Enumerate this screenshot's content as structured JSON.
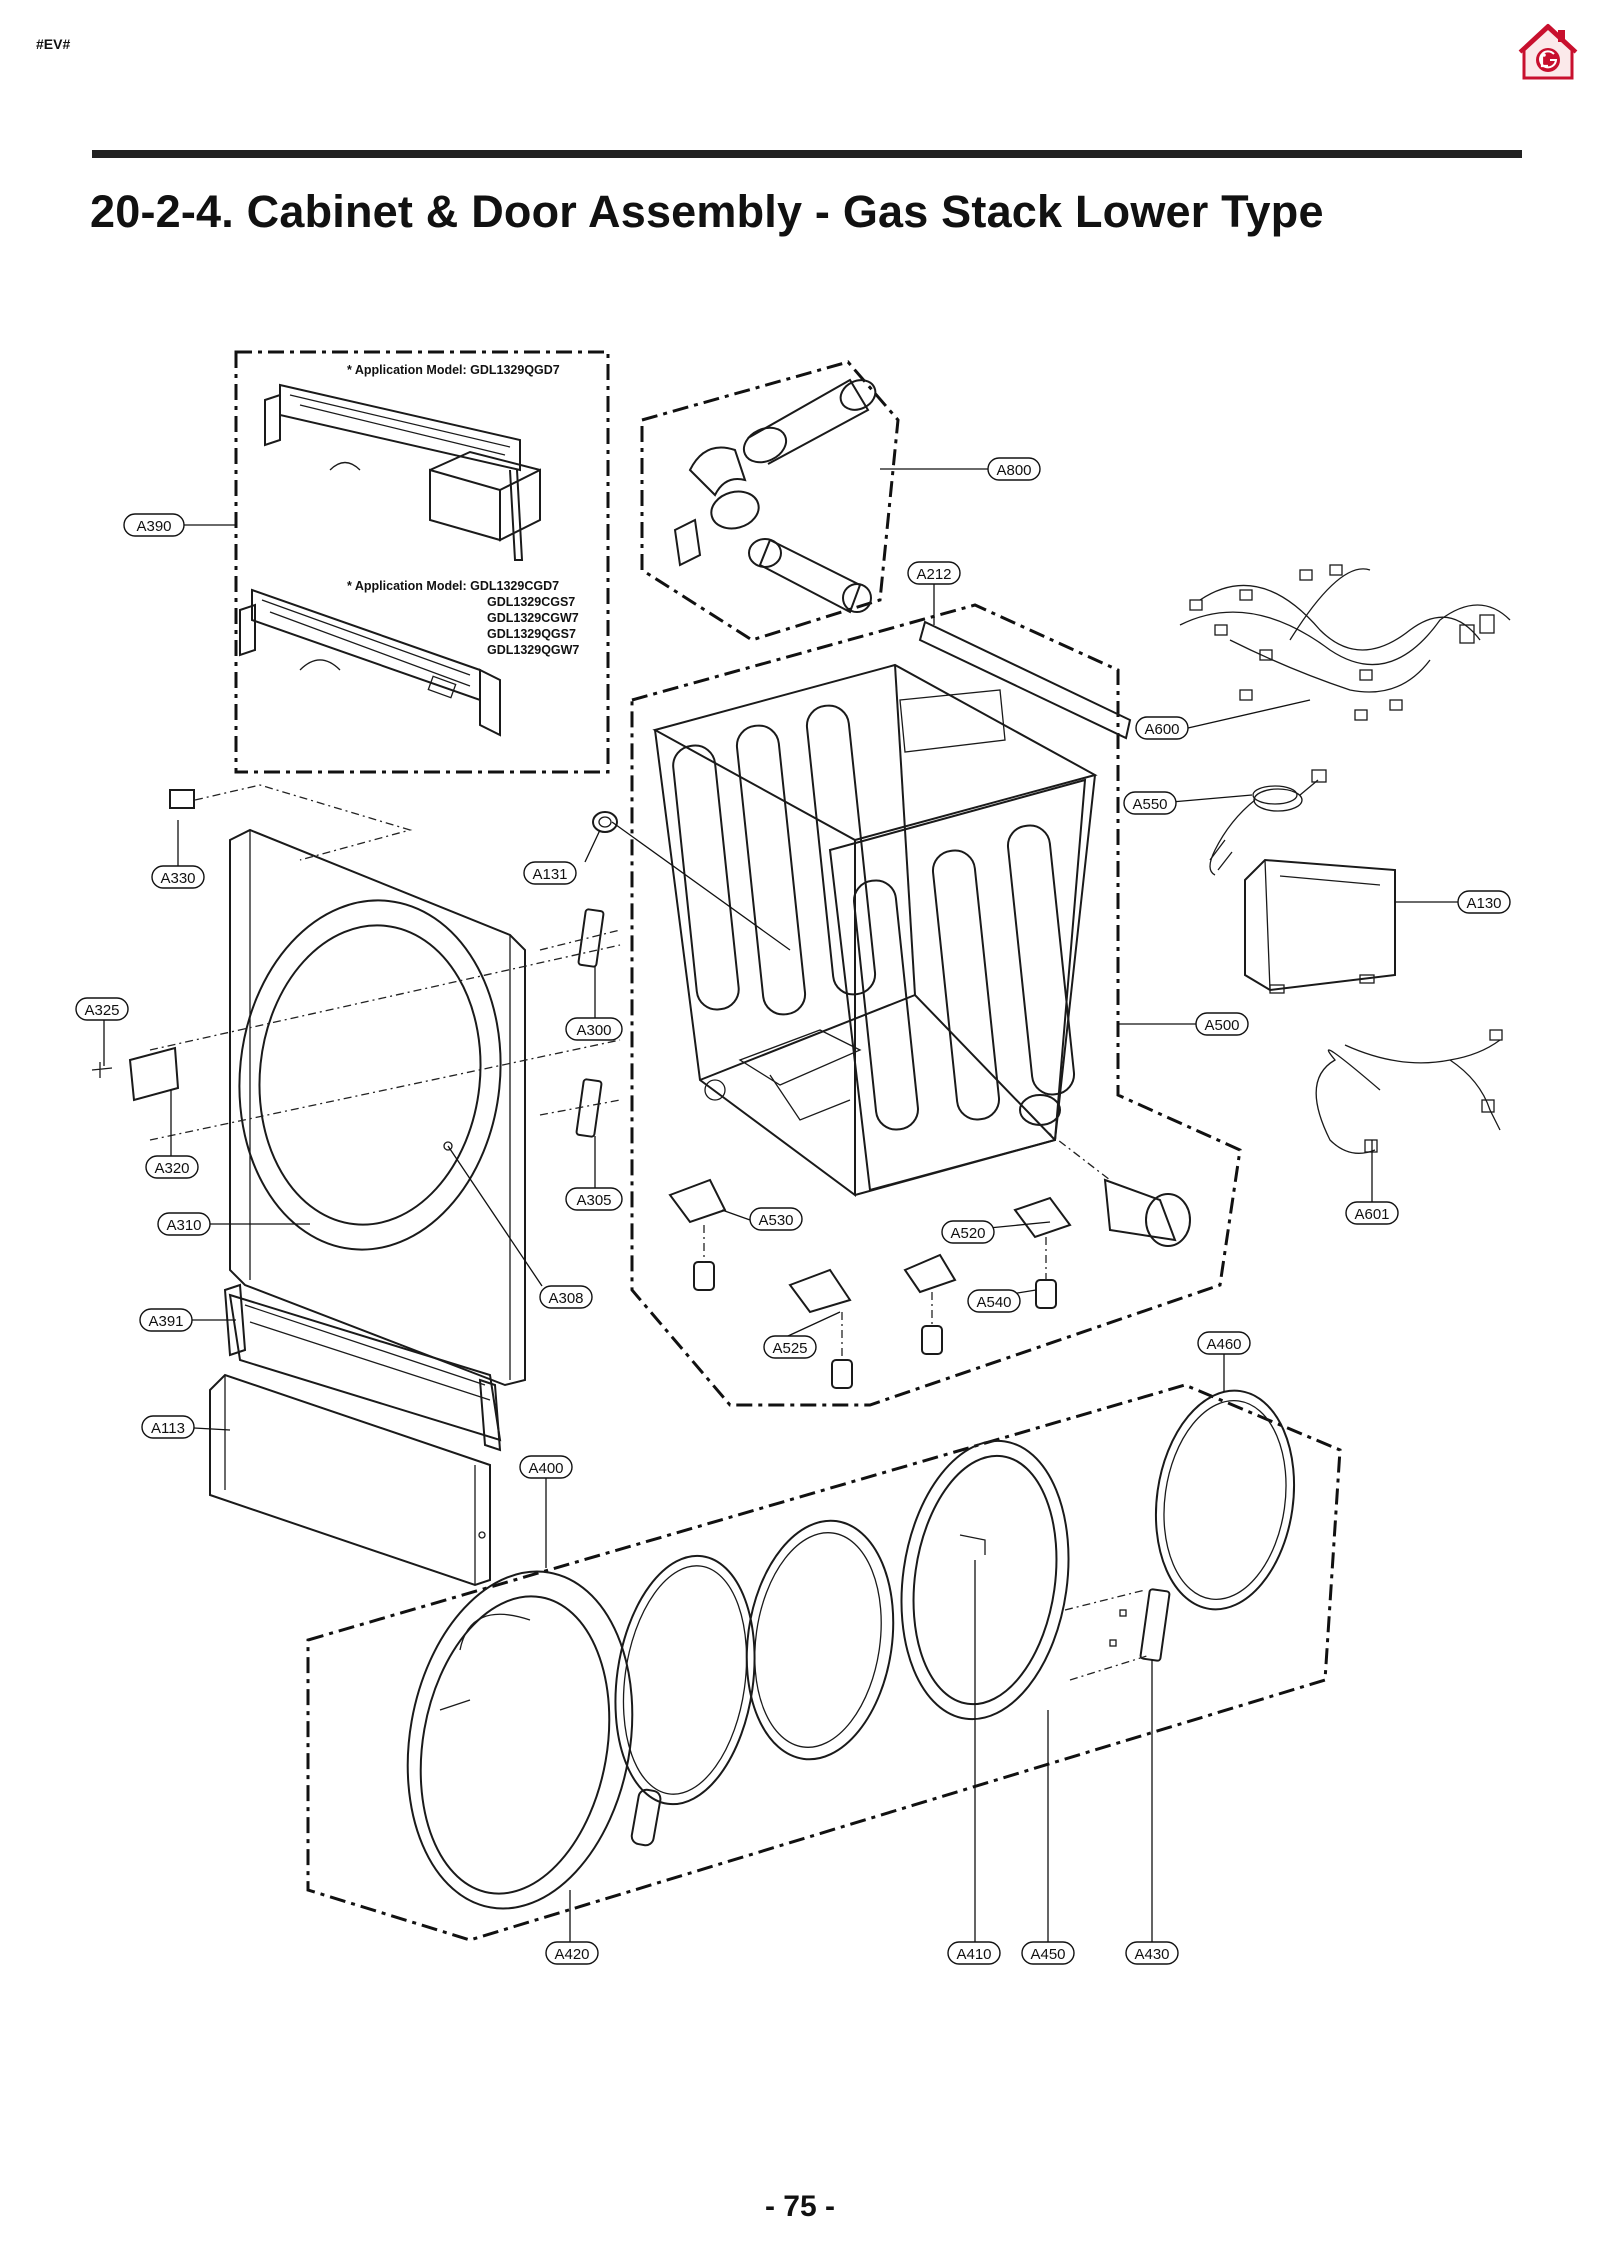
{
  "header": {
    "tag": "#EV#"
  },
  "title": "20-2-4. Cabinet & Door Assembly - Gas Stack Lower Type",
  "notes": {
    "model_1": "* Application Model: GDL1329QGD7",
    "model_2_line1": "* Application Model: GDL1329CGD7",
    "model_2_line2": "GDL1329CGS7",
    "model_2_line3": "GDL1329CGW7",
    "model_2_line4": "GDL1329QGS7",
    "model_2_line5": "GDL1329QGW7"
  },
  "callouts": {
    "A390": "A390",
    "A800": "A800",
    "A212": "A212",
    "A600": "A600",
    "A550": "A550",
    "A130": "A130",
    "A330": "A330",
    "A131": "A131",
    "A325": "A325",
    "A300": "A300",
    "A500": "A500",
    "A601": "A601",
    "A320": "A320",
    "A305": "A305",
    "A310": "A310",
    "A530": "A530",
    "A520": "A520",
    "A308": "A308",
    "A540": "A540",
    "A391": "A391",
    "A525": "A525",
    "A460": "A460",
    "A113": "A113",
    "A400": "A400",
    "A420": "A420",
    "A410": "A410",
    "A450": "A450",
    "A430": "A430"
  },
  "page_number": "- 75 -",
  "colors": {
    "logo_red": "#c8102e",
    "logo_house": "#d23a4a",
    "ink": "#1a1a1a"
  }
}
